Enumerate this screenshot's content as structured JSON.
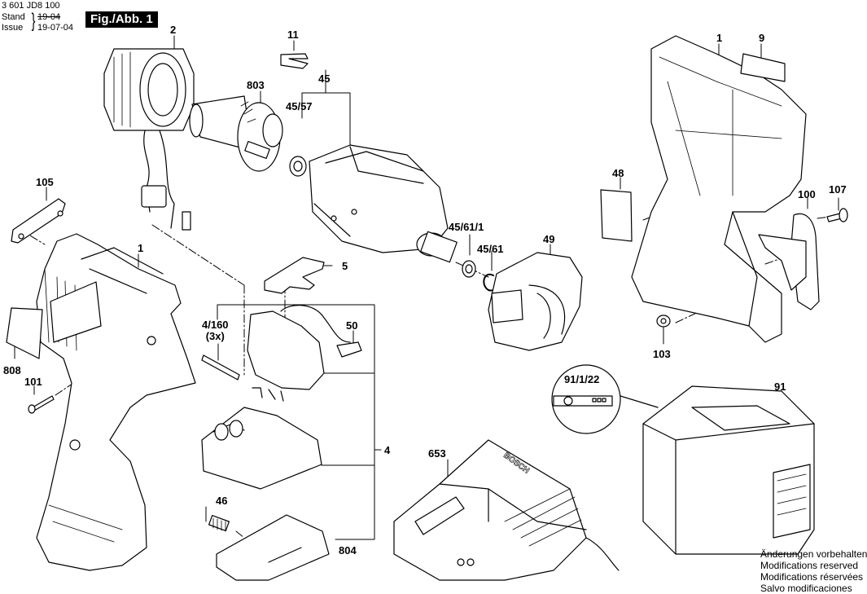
{
  "header": {
    "document_number": "3 601 JD8 100",
    "stand_label": "Stand",
    "issue_label": "Issue",
    "old_date": "19-04",
    "new_date": "19-07-04",
    "figure_label": "Fig./Abb. 1"
  },
  "parts": [
    {
      "id": "part-2",
      "label": "2",
      "depicts": "stator"
    },
    {
      "id": "part-11",
      "label": "11",
      "depicts": "clip"
    },
    {
      "id": "part-45",
      "label": "45",
      "depicts": "gear-housing-assembly"
    },
    {
      "id": "part-803",
      "label": "803",
      "depicts": "armature"
    },
    {
      "id": "part-45-57",
      "label": "45/57",
      "depicts": "washer"
    },
    {
      "id": "part-105",
      "label": "105",
      "depicts": "cover-plate"
    },
    {
      "id": "part-1-left",
      "label": "1",
      "depicts": "housing-left-half"
    },
    {
      "id": "part-5",
      "label": "5",
      "depicts": "slider"
    },
    {
      "id": "part-45-61-1",
      "label": "45/61/1",
      "depicts": "washer"
    },
    {
      "id": "part-45-61",
      "label": "45/61",
      "depicts": "retaining-ring"
    },
    {
      "id": "part-49",
      "label": "49",
      "depicts": "front-cap"
    },
    {
      "id": "part-4-160",
      "label": "4/160\n(3x)",
      "depicts": "pin"
    },
    {
      "id": "part-50",
      "label": "50",
      "depicts": "led-light"
    },
    {
      "id": "part-808",
      "label": "808",
      "depicts": "nameplate"
    },
    {
      "id": "part-101",
      "label": "101",
      "depicts": "screw"
    },
    {
      "id": "part-4",
      "label": "4",
      "depicts": "switch-electronics-assembly"
    },
    {
      "id": "part-653",
      "label": "653",
      "depicts": "battery-charger"
    },
    {
      "id": "part-46",
      "label": "46",
      "depicts": "spring"
    },
    {
      "id": "part-804",
      "label": "804",
      "depicts": "battery-latch"
    },
    {
      "id": "part-1-right",
      "label": "1",
      "depicts": "housing-right-half"
    },
    {
      "id": "part-9",
      "label": "9",
      "depicts": "label"
    },
    {
      "id": "part-48",
      "label": "48",
      "depicts": "type-plate"
    },
    {
      "id": "part-100",
      "label": "100",
      "depicts": "belt-clip"
    },
    {
      "id": "part-107",
      "label": "107",
      "depicts": "screw"
    },
    {
      "id": "part-103",
      "label": "103",
      "depicts": "nut"
    },
    {
      "id": "part-91-1-22",
      "label": "91/1/22",
      "depicts": "battery-label-detail"
    },
    {
      "id": "part-91",
      "label": "91",
      "depicts": "battery-pack"
    }
  ],
  "charger_brand": "BOSCH",
  "notes": [
    "Änderungen vorbehalten",
    "Modifications reserved",
    "Modifications réservées",
    "Salvo modificaciones"
  ]
}
